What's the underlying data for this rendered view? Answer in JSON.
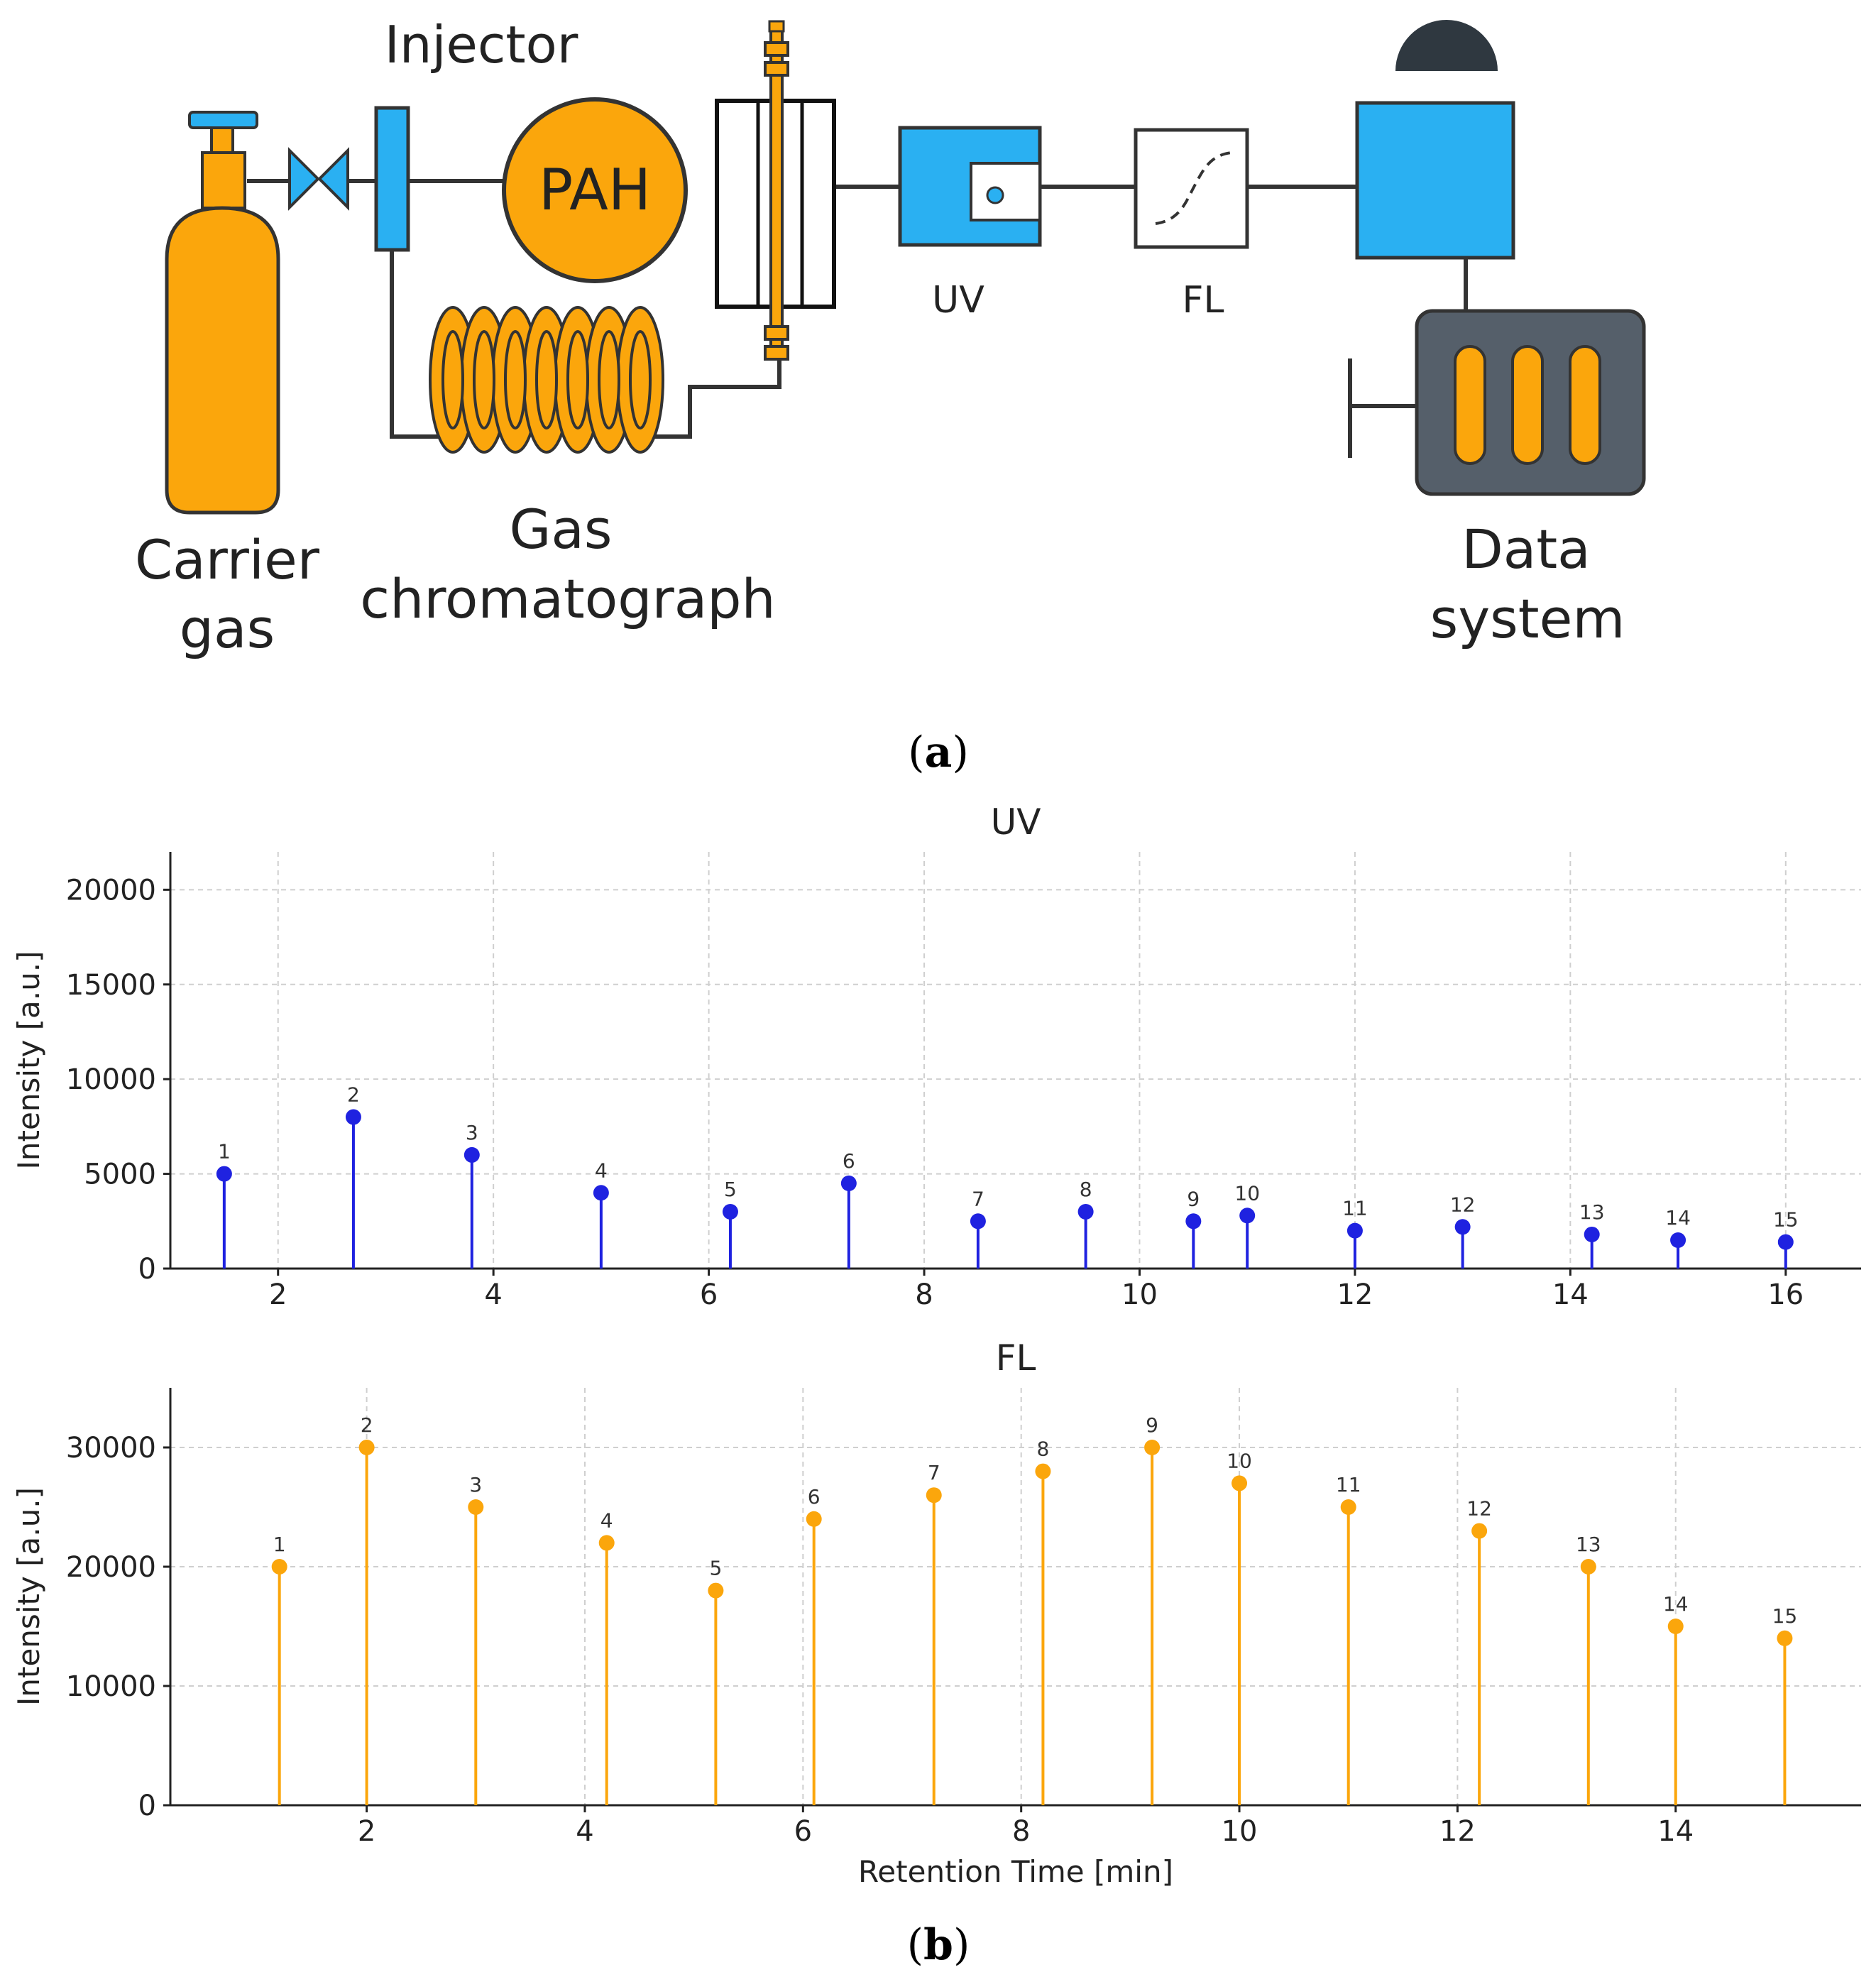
{
  "diagram": {
    "labels": {
      "injector": "Injector",
      "pah": "PAH",
      "uv": "UV",
      "fl": "FL",
      "carrier_line1": "Carrier",
      "carrier_line2": "gas",
      "gc_line1": "Gas",
      "gc_line2": "chromatograph",
      "data_line1": "Data",
      "data_line2": "system"
    },
    "colors": {
      "orange": "#FBA60C",
      "blue": "#2AB0F2",
      "dark": "#555F6A",
      "line": "#333333"
    }
  },
  "panels": {
    "a": "(a)",
    "b": "(b)"
  },
  "chart_data": [
    {
      "type": "stem",
      "title": "UV",
      "xlabel": "",
      "ylabel": "Intensity [a.u.]",
      "color": "#1F22E0",
      "xlim": [
        1.0,
        16.7
      ],
      "ylim": [
        0,
        22000
      ],
      "xticks": [
        2,
        4,
        6,
        8,
        10,
        12,
        14,
        16
      ],
      "yticks": [
        0,
        5000,
        10000,
        15000,
        20000
      ],
      "grid": true,
      "points": [
        {
          "label": "1",
          "x": 1.5,
          "y": 5000
        },
        {
          "label": "2",
          "x": 2.7,
          "y": 8000
        },
        {
          "label": "3",
          "x": 3.8,
          "y": 6000
        },
        {
          "label": "4",
          "x": 5.0,
          "y": 4000
        },
        {
          "label": "5",
          "x": 6.2,
          "y": 3000
        },
        {
          "label": "6",
          "x": 7.3,
          "y": 4500
        },
        {
          "label": "7",
          "x": 8.5,
          "y": 2500
        },
        {
          "label": "8",
          "x": 9.5,
          "y": 3000
        },
        {
          "label": "9",
          "x": 10.5,
          "y": 2500
        },
        {
          "label": "10",
          "x": 11.0,
          "y": 2800
        },
        {
          "label": "11",
          "x": 12.0,
          "y": 2000
        },
        {
          "label": "12",
          "x": 13.0,
          "y": 2200
        },
        {
          "label": "13",
          "x": 14.2,
          "y": 1800
        },
        {
          "label": "14",
          "x": 15.0,
          "y": 1500
        },
        {
          "label": "15",
          "x": 16.0,
          "y": 1400
        }
      ]
    },
    {
      "type": "stem",
      "title": "FL",
      "xlabel": "Retention Time [min]",
      "ylabel": "Intensity [a.u.]",
      "color": "#FBA60C",
      "xlim": [
        0.2,
        15.7
      ],
      "ylim": [
        0,
        35000
      ],
      "xticks": [
        2,
        4,
        6,
        8,
        10,
        12,
        14
      ],
      "yticks": [
        0,
        10000,
        20000,
        30000
      ],
      "grid": true,
      "points": [
        {
          "label": "1",
          "x": 1.2,
          "y": 20000
        },
        {
          "label": "2",
          "x": 2.0,
          "y": 30000
        },
        {
          "label": "3",
          "x": 3.0,
          "y": 25000
        },
        {
          "label": "4",
          "x": 4.2,
          "y": 22000
        },
        {
          "label": "5",
          "x": 5.2,
          "y": 18000
        },
        {
          "label": "6",
          "x": 6.1,
          "y": 24000
        },
        {
          "label": "7",
          "x": 7.2,
          "y": 26000
        },
        {
          "label": "8",
          "x": 8.2,
          "y": 28000
        },
        {
          "label": "9",
          "x": 9.2,
          "y": 30000
        },
        {
          "label": "10",
          "x": 10.0,
          "y": 27000
        },
        {
          "label": "11",
          "x": 11.0,
          "y": 25000
        },
        {
          "label": "12",
          "x": 12.2,
          "y": 23000
        },
        {
          "label": "13",
          "x": 13.2,
          "y": 20000
        },
        {
          "label": "14",
          "x": 14.0,
          "y": 15000
        },
        {
          "label": "15",
          "x": 15.0,
          "y": 14000
        }
      ]
    }
  ]
}
